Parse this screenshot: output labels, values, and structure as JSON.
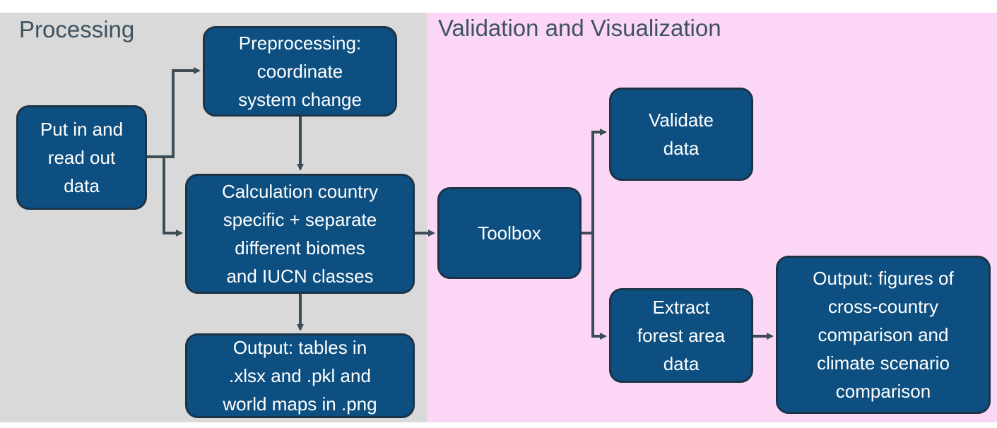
{
  "panels": {
    "processing": {
      "title": "Processing",
      "color": "#d9d9d9"
    },
    "validation": {
      "title": "Validation and Visualization",
      "color": "#fbd7f5"
    }
  },
  "colors": {
    "box_fill": "#0d4f80",
    "box_border": "#1d3447",
    "arrow": "#3d4d56"
  },
  "nodes": {
    "put_in": "Put in and\nread out\ndata",
    "preprocessing": "Preprocessing:\ncoordinate\nsystem change",
    "calculation": "Calculation country\nspecific + separate\ndifferent biomes\nand IUCN classes",
    "output_tables": "Output: tables in\n.xlsx and .pkl and\nworld maps in .png",
    "toolbox": "Toolbox",
    "validate": "Validate\ndata",
    "extract": "Extract\nforest area\ndata",
    "output_figures": "Output: figures of\ncross-country\ncomparison and\nclimate scenario\ncomparison"
  }
}
